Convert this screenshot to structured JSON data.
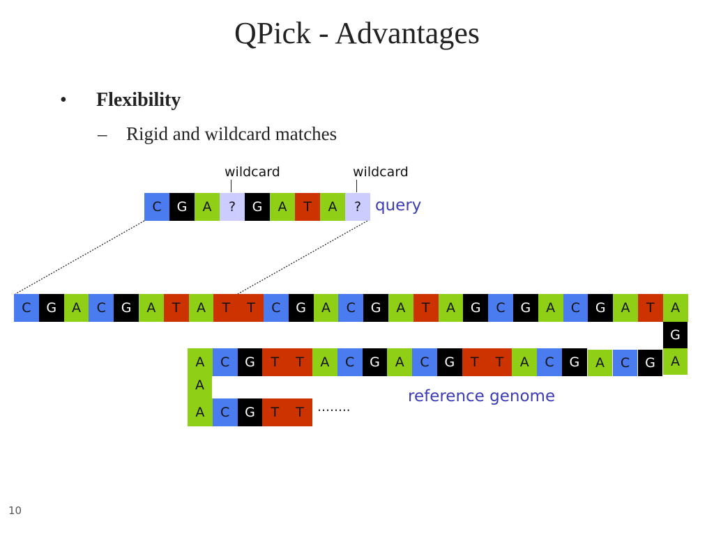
{
  "slide": {
    "title": "QPick - Advantages",
    "bullet_marker": "•",
    "bullet": "Flexibility",
    "sub_marker": "–",
    "sub_bullet": "Rigid and wildcard matches",
    "page_number": "10"
  },
  "diagram": {
    "wildcard_label_1": "wildcard",
    "wildcard_label_2": "wildcard",
    "query_label": "query",
    "reference_label": "reference genome",
    "ellipsis": "……..",
    "query": [
      "C",
      "G",
      "A",
      "?",
      "G",
      "A",
      "T",
      "A",
      "?"
    ],
    "ref_row1": [
      "C",
      "G",
      "A",
      "C",
      "G",
      "A",
      "T",
      "A",
      "T",
      "T",
      "C",
      "G",
      "A",
      "C",
      "G",
      "A",
      "T",
      "A",
      "G",
      "C",
      "G",
      "A",
      "C",
      "G",
      "A",
      "T",
      "A"
    ],
    "ref_right_vertical": [
      "G"
    ],
    "ref_row2_main": [
      "A",
      "C",
      "G",
      "T",
      "T",
      "A",
      "C",
      "G",
      "A",
      "C",
      "G",
      "T",
      "T",
      "A",
      "C",
      "G"
    ],
    "ref_row2_tail": [
      "A",
      "C",
      "G",
      "A"
    ],
    "ref_left_vertical": [
      "A"
    ],
    "ref_row3": [
      "A",
      "C",
      "G",
      "T",
      "T"
    ],
    "colors": {
      "C": "#4a7cf0",
      "G": "#000000",
      "A": "#8fcf16",
      "T": "#cc3300",
      "wildcard": "#ccccff",
      "label": "#3b3bb8"
    }
  }
}
